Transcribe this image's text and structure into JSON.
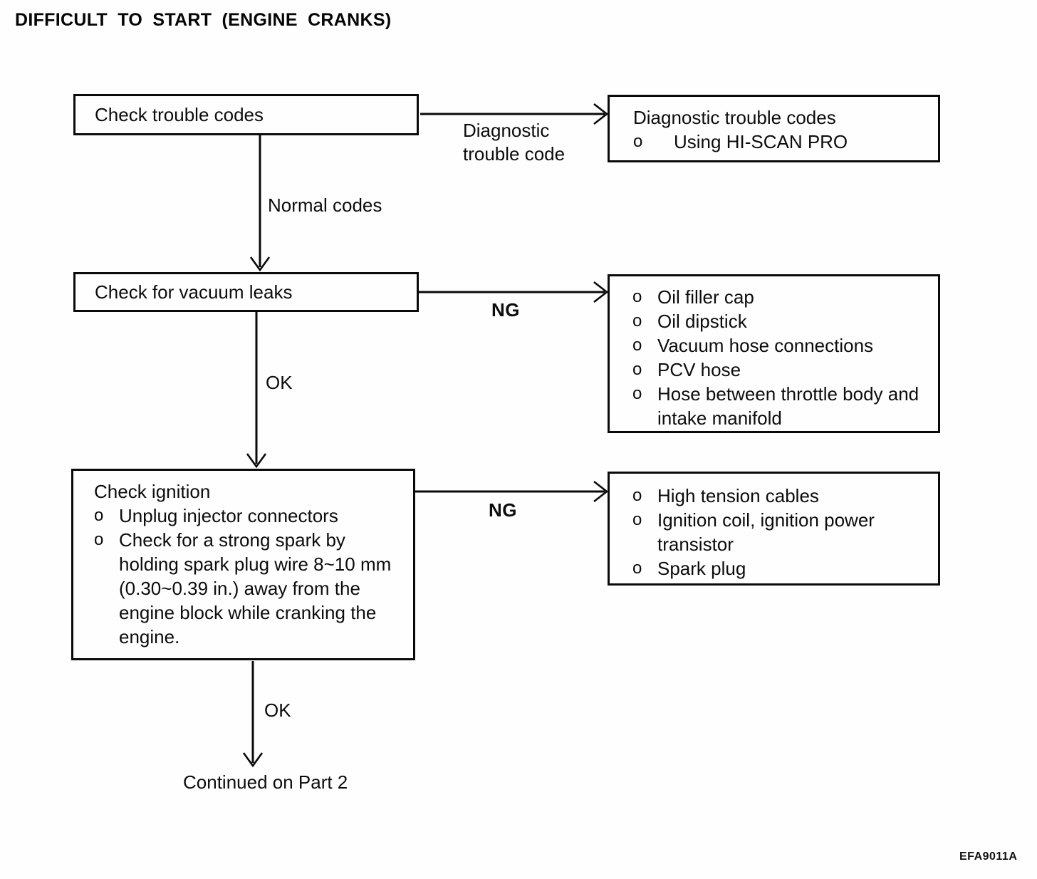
{
  "page": {
    "title": "DIFFICULT TO START (ENGINE CRANKS)",
    "figure_code": "EFA9011A",
    "bullet": "o"
  },
  "flow": {
    "step1": {
      "label": "Check trouble codes"
    },
    "dtc_result": {
      "title": "Diagnostic trouble codes",
      "items": [
        "Using HI-SCAN PRO"
      ]
    },
    "step2": {
      "label": "Check for vacuum leaks"
    },
    "vacuum_ng_result": {
      "items": [
        "Oil filler cap",
        "Oil dipstick",
        "Vacuum hose connections",
        "PCV hose",
        "Hose between throttle body and intake manifold"
      ]
    },
    "step3": {
      "title": "Check ignition",
      "items": [
        "Unplug injector connectors",
        "Check for a strong spark by holding spark plug wire 8~10 mm (0.30~0.39 in.) away from the engine block while cranking the engine."
      ]
    },
    "ignition_ng_result": {
      "items": [
        "High tension cables",
        "Ignition coil, ignition power transistor",
        "Spark plug"
      ]
    },
    "edges": {
      "diagnostic_trouble_code": "Diagnostic trouble code",
      "normal_codes": "Normal codes",
      "ng": "NG",
      "ok": "OK"
    },
    "terminal": "Continued on Part 2"
  }
}
